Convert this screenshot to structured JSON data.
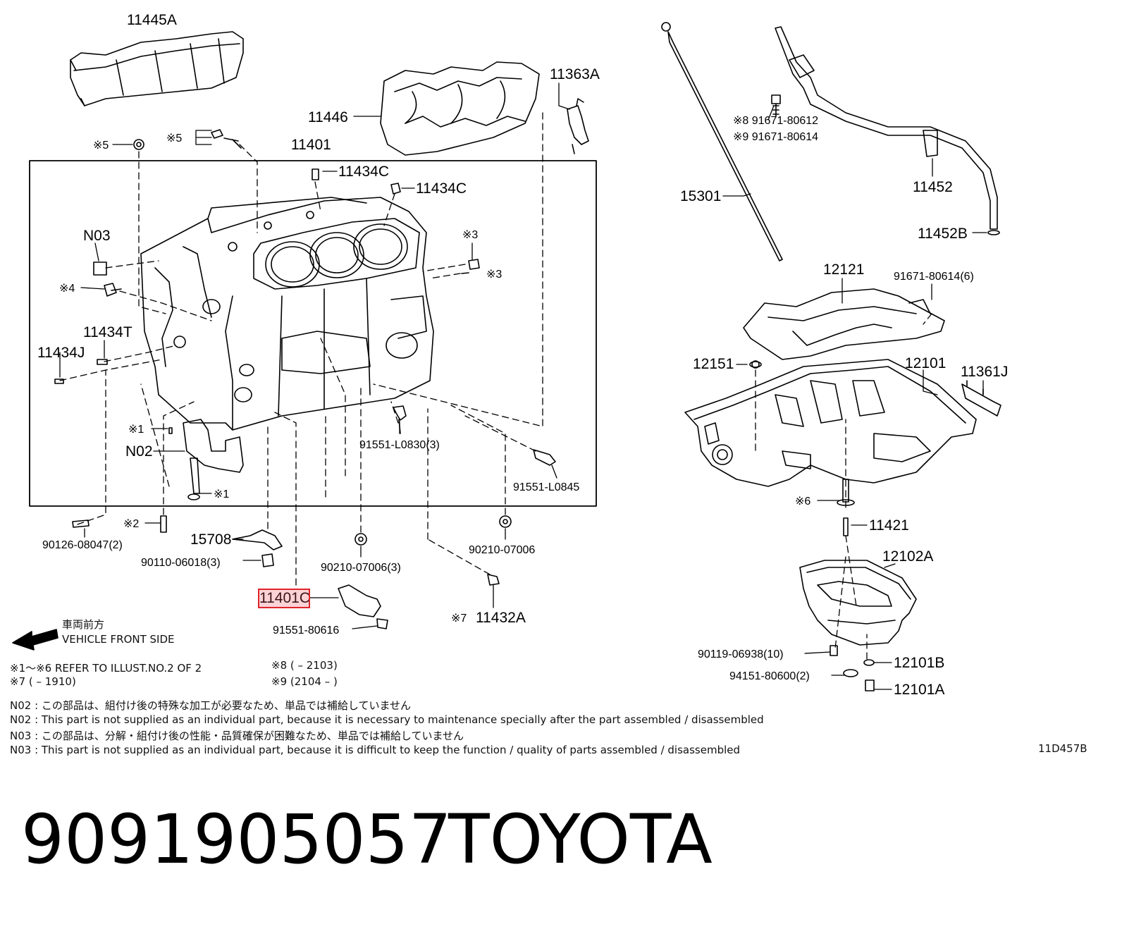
{
  "labels": {
    "l11445A": "11445A",
    "l11446": "11446",
    "l11363A": "11363A",
    "l11401": "11401",
    "l11434C_1": "11434C",
    "l11434C_2": "11434C",
    "l15301": "15301",
    "l91671_80612": "※8 91671-80612",
    "l91671_80614": "※9 91671-80614",
    "l11452": "11452",
    "l11452B": "11452B",
    "lN03": "N03",
    "lx3a": "※3",
    "lx3b": "※3",
    "lx4": "※4",
    "lx5a": "※5",
    "lx5b": "※5",
    "l11434T": "11434T",
    "l11434J": "11434J",
    "l12121": "12121",
    "l91671_80614_6": "91671-80614(6)",
    "l12151": "12151",
    "l12101": "12101",
    "l11361J": "11361J",
    "lx1a": "※1",
    "lN02": "N02",
    "lx1b": "※1",
    "l91551_L0830": "91551-L0830(3)",
    "l91551_L0845": "91551-L0845",
    "lx6": "※6",
    "lx2": "※2",
    "l90126": "90126-08047(2)",
    "l15708": "15708",
    "l90110": "90110-06018(3)",
    "l90210_3": "90210-07006(3)",
    "l90210": "90210-07006",
    "l11421": "11421",
    "l12102A": "12102A",
    "l11401C": "11401C",
    "l91551_80616": "91551-80616",
    "lx7": "※7",
    "l11432A": "11432A",
    "l90119": "90119-06938(10)",
    "l12101B": "12101B",
    "l94151": "94151-80600(2)",
    "l12101A": "12101A"
  },
  "front": {
    "jp": "車両前方",
    "en": "VEHICLE FRONT SIDE"
  },
  "refs": {
    "r1": "※1～※6  REFER TO ILLUST.NO.2 OF 2",
    "r7": "※7 (          – 1910)",
    "r8": "※8 (          – 2103)",
    "r9": "※9 (2104   –          )"
  },
  "notes": [
    "N02 : この部品は、組付け後の特殊な加工が必要なため、単品では補給していません",
    "N02 : This part is not supplied as an individual part, because it is necessary to maintenance specially after the part assembled / disassembled",
    "N03 : この部品は、分解・組付け後の性能・品質確保が困難なため、単品では補給していません",
    "N03 : This part is not supplied as an individual part, because it is difficult to keep the function / quality of parts  assembled / disassembled"
  ],
  "illustration_code": "11D457B",
  "part_number": "9091905057",
  "brand": "TOYOTA",
  "highlight_color": "#e0242c"
}
